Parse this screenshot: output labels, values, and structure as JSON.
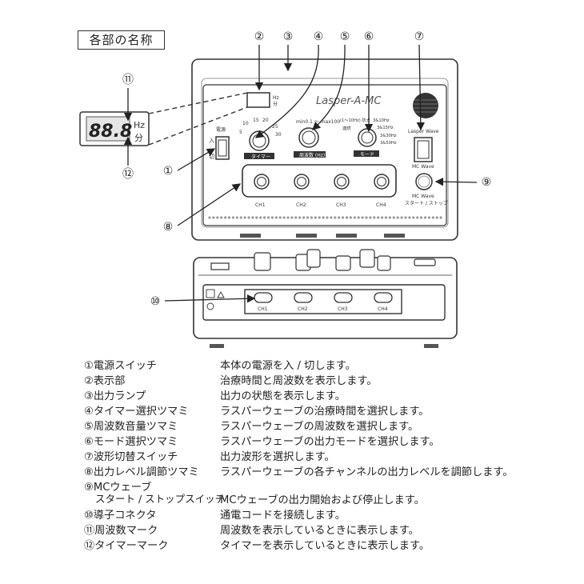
{
  "title": "各部の名称",
  "callouts": [
    "①",
    "②",
    "③",
    "④",
    "⑤",
    "⑥",
    "⑦",
    "⑧",
    "⑨",
    "⑩",
    "⑪",
    "⑫"
  ],
  "device": {
    "brand": "Lasper-A-MC",
    "display_unit_hz": "Hz",
    "display_unit_min": "分",
    "display_digits": "88.8",
    "power_label_top": "電源",
    "power_on": "入",
    "power_off": "切",
    "timer_scale": [
      "10",
      "15",
      "20",
      "5",
      "25",
      "30"
    ],
    "timer_label": "タイマー",
    "freq_range": "min0.1 〜 max100",
    "freq_label": "周波数 (Hz)",
    "mode_labels": [
      "(1〜10Hz) 防犬",
      "3&10Hz",
      "3&15Hz",
      "連続",
      "3&30Hz",
      "3&50Hz"
    ],
    "mode_label": "モード",
    "lasper_wave": "Lasper Wave",
    "mc_wave": "MC Wave",
    "mc_wave_btn": "MC Wave",
    "start_stop": "スタート / ストップ",
    "channels": [
      "CH1",
      "CH2",
      "CH3",
      "CH4"
    ]
  },
  "legend": [
    {
      "name": "①電源スイッチ",
      "desc": "本体の電源を入 / 切します。"
    },
    {
      "name": "②表示部",
      "desc": "治療時間と周波数を表示します。"
    },
    {
      "name": "③出力ランプ",
      "desc": "出力の状態を表示します。"
    },
    {
      "name": "④タイマー選択ツマミ",
      "desc": "ラスパーウェーブの治療時間を選択します。"
    },
    {
      "name": "⑤周波数音量ツマミ",
      "desc": "ラスパーウェーブの周波数を選択します。"
    },
    {
      "name": "⑥モード選択ツマミ",
      "desc": "ラスパーウェーブの出力モードを選択します。"
    },
    {
      "name": "⑦波形切替スイッチ",
      "desc": "出力波形を選択します。"
    },
    {
      "name": "⑧出力レベル調節ツマミ",
      "desc": "ラスパーウェーブの各チャンネルの出力レベルを調節します。"
    },
    {
      "name": "⑨MCウェーブ",
      "sub": "スタート / ストップスイッチ",
      "desc": "MCウェーブの出力開始および停止します。"
    },
    {
      "name": "⑩導子コネクタ",
      "desc": "通電コードを接続します。"
    },
    {
      "name": "⑪周波数マーク",
      "desc": "周波数を表示しているときに表示します。"
    },
    {
      "name": "⑫タイマーマーク",
      "desc": "タイマーを表示しているときに表示します。"
    }
  ]
}
